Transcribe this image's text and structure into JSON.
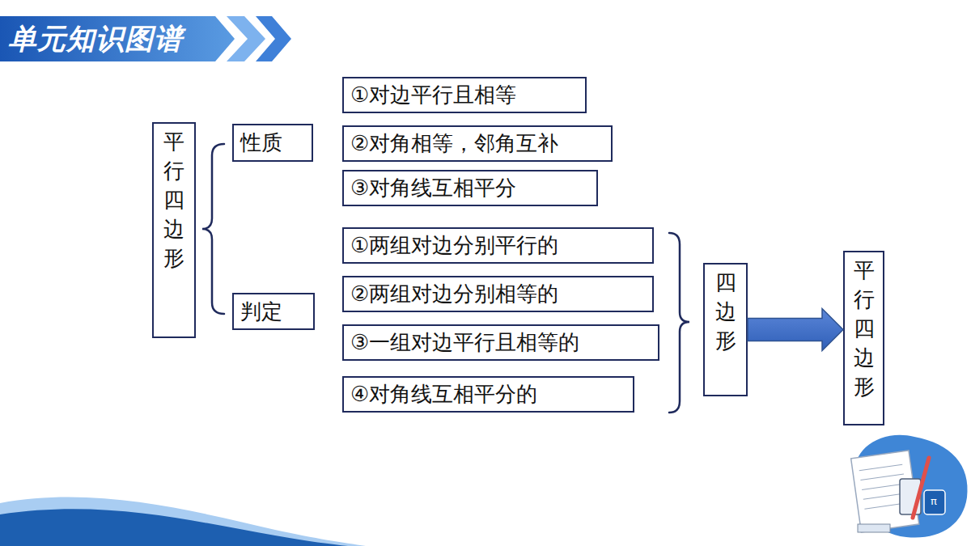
{
  "diagram": {
    "title": "单元知识图谱",
    "nodes": [
      {
        "text": [
          "平行四边形"
        ]
      },
      {
        "text": [
          "性质"
        ]
      },
      {
        "text": [
          "①对边平行且相等"
        ]
      },
      {
        "text": [
          "②对角相等，邻角互补"
        ]
      },
      {
        "text": [
          "③对角线互相平分"
        ]
      },
      {
        "text": [
          "判定"
        ]
      },
      {
        "text": [
          "①两组对边分别平行的"
        ]
      },
      {
        "text": [
          "②两组对边分别相等的"
        ]
      },
      {
        "text": [
          "③一组对边平行且相等的"
        ]
      },
      {
        "text": [
          "④对角线互相平分的"
        ]
      },
      {
        "text": [
          "四边形"
        ]
      },
      {
        "text": [
          "平行四边形"
        ]
      }
    ],
    "edges": [
      {
        "from": 10,
        "to": 11,
        "arrow": "to"
      }
    ],
    "labels": [
      "π"
    ]
  }
}
